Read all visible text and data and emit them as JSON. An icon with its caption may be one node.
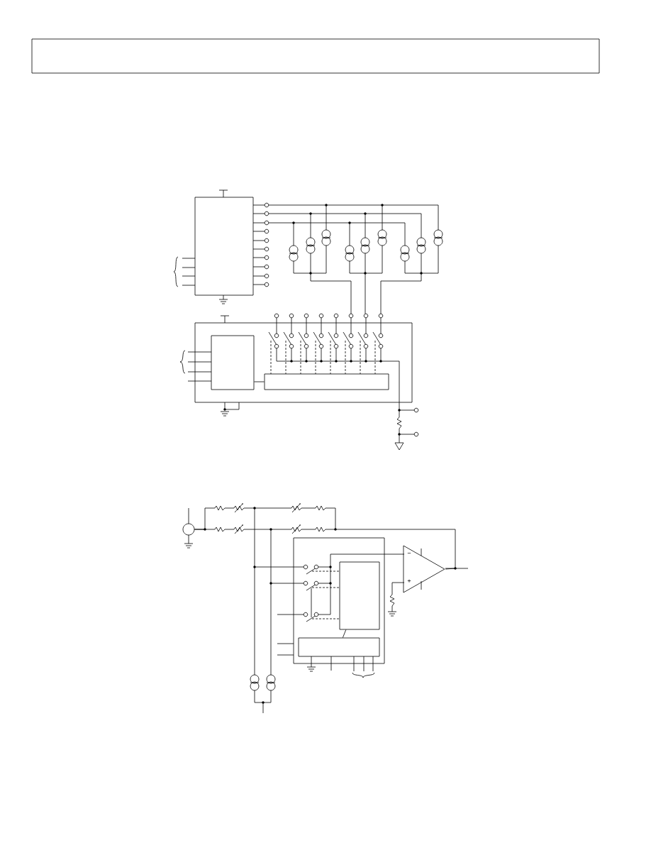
{
  "diagram": {
    "nodes": [
      {
        "text": [],
        "shape": "box"
      },
      {
        "text": [],
        "shape": "box"
      },
      {
        "text": [],
        "shape": "box",
        "in": 1
      },
      {
        "text": [],
        "shape": "box",
        "in": 1
      },
      {
        "text": [],
        "shape": "circle"
      },
      {
        "text": [],
        "shape": "box"
      },
      {
        "text": [],
        "shape": "box",
        "in": 5
      },
      {
        "text": [],
        "shape": "box",
        "in": 5
      },
      {
        "text": [],
        "shape": "triangle"
      }
    ],
    "edges": [
      {
        "from": 2,
        "to": 3,
        "arrow": "none"
      },
      {
        "from": 6,
        "to": 7,
        "arrow": "none"
      },
      {
        "from": 4,
        "to": 8,
        "arrow": "none"
      }
    ],
    "labels": [
      "−",
      "+"
    ]
  }
}
